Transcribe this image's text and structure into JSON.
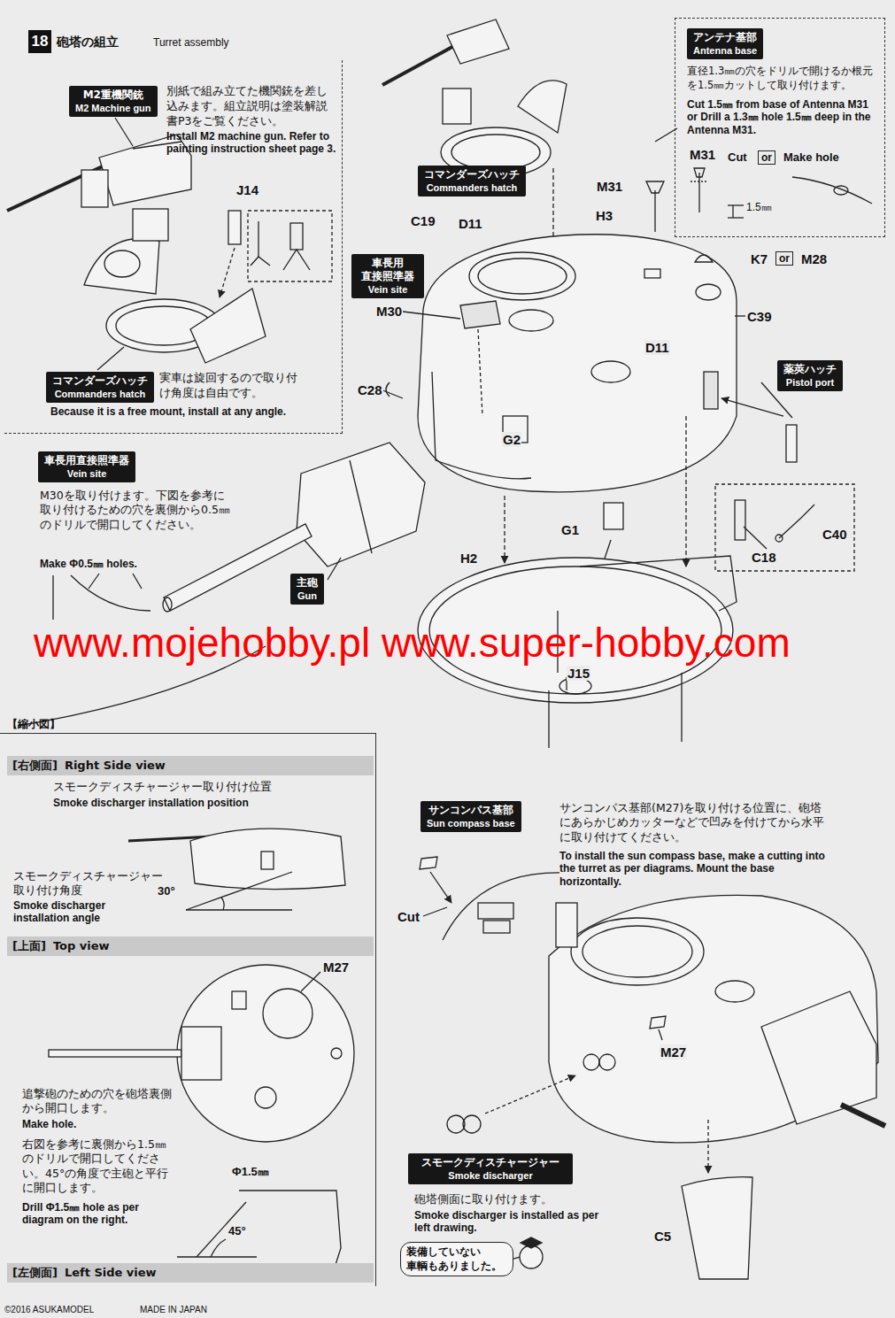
{
  "diagram": {
    "title": "砲塔の組立",
    "nodes": [
      {
        "text": [
          "18"
        ]
      },
      {
        "text": [
          "別紙で組み立てた機関銃を差し込みます。組立説明は塗装解説書P3をご覧ください。",
          "Install M2 machine gun. Refer to painting instruction sheet page 3.",
          "実車は旋回するので取り付け角度は自由です。",
          "Because it is a free mount, install at any angle."
        ]
      },
      {
        "text": [
          "M2重機関銃",
          "M2 Machine gun"
        ],
        "in": 1
      },
      {
        "text": [
          "コマンダーズハッチ",
          "Commanders hatch"
        ],
        "in": 1
      },
      {
        "text": [
          "コマンダーズハッチ",
          "Commanders hatch"
        ]
      },
      {
        "text": [
          "直径1.3㎜の穴をドリルで開けるか根元を1.5㎜カットして取り付けます。",
          "Cut 1.5㎜ from base of Antenna M31 or Drill a 1.3㎜ hole 1.5㎜ deep in the Antenna M31."
        ]
      },
      {
        "text": [
          "アンテナ基部",
          "Antenna base"
        ],
        "in": 5
      },
      {
        "text": [
          "or"
        ],
        "in": 5
      },
      {
        "text": [
          "車長用 直接照準器",
          "Vein site"
        ]
      },
      {
        "text": [
          "or"
        ]
      },
      {
        "text": [
          "薬莢ハッチ",
          "Pistol port"
        ]
      },
      {
        "text": [
          "車長用直接照準器",
          "Vein site"
        ]
      },
      {
        "text": [
          "主砲",
          "Gun"
        ]
      },
      {
        "text": [
          "【縮小図】"
        ]
      },
      {
        "text": [
          "[右側面]",
          "Right Side view"
        ],
        "in": 13
      },
      {
        "text": [
          "[上面]",
          "Top view"
        ],
        "in": 13
      },
      {
        "text": [
          "[左側面]",
          "Left Side view"
        ],
        "in": 13
      },
      {
        "text": [
          "サンコンパス基部",
          "Sun compass base"
        ]
      },
      {
        "text": [
          "スモークディスチャージャー",
          "Smoke discharger"
        ]
      },
      {
        "text": [
          "装備していない 車輌もありました。"
        ]
      }
    ],
    "labels": [
      "Turret assembly",
      "J14",
      "M31",
      "H3",
      "C19",
      "D11",
      "K7",
      "M28",
      "M30",
      "C39",
      "D11",
      "C28",
      "G2",
      "G1",
      "C40",
      "C18",
      "H2",
      "J15",
      "M31",
      "Cut",
      "Make hole",
      "1.5㎜",
      "M30を取り付けます。下図を参考に取り付けるための穴を裏側から0.5㎜のドリルで開口してください。",
      "Make Φ0.5㎜ holes.",
      "www.mojehobby.pl www.super-hobby.com",
      "スモークディスチャージャー取り付け位置",
      "Smoke discharger installation position",
      "スモークディスチャージャー取り付け角度",
      "30°",
      "Smoke discharger installation angle",
      "M27",
      "追撃砲のための穴を砲塔裏側から開口します。",
      "Make hole.",
      "右図を参考に裏側から1.5㎜のドリルで開口してください。45°の角度で主砲と平行に開口します。",
      "Drill Φ1.5㎜ hole as per diagram on the right.",
      "Φ1.5㎜",
      "45°",
      "サンコンパス基部(M27)を取り付ける位置に、砲塔にあらかじめカッターなどで凹みを付けてから水平に取り付けてください。",
      "To install the sun compass base, make a cutting into the turret as per diagrams. Mount the base horizontally.",
      "Cut",
      "M27",
      "C5",
      "砲塔側面に取り付けます。",
      "Smoke discharger is installed as per left drawing.",
      "©2016 ASUKAMODEL",
      "MADE IN JAPAN"
    ]
  }
}
